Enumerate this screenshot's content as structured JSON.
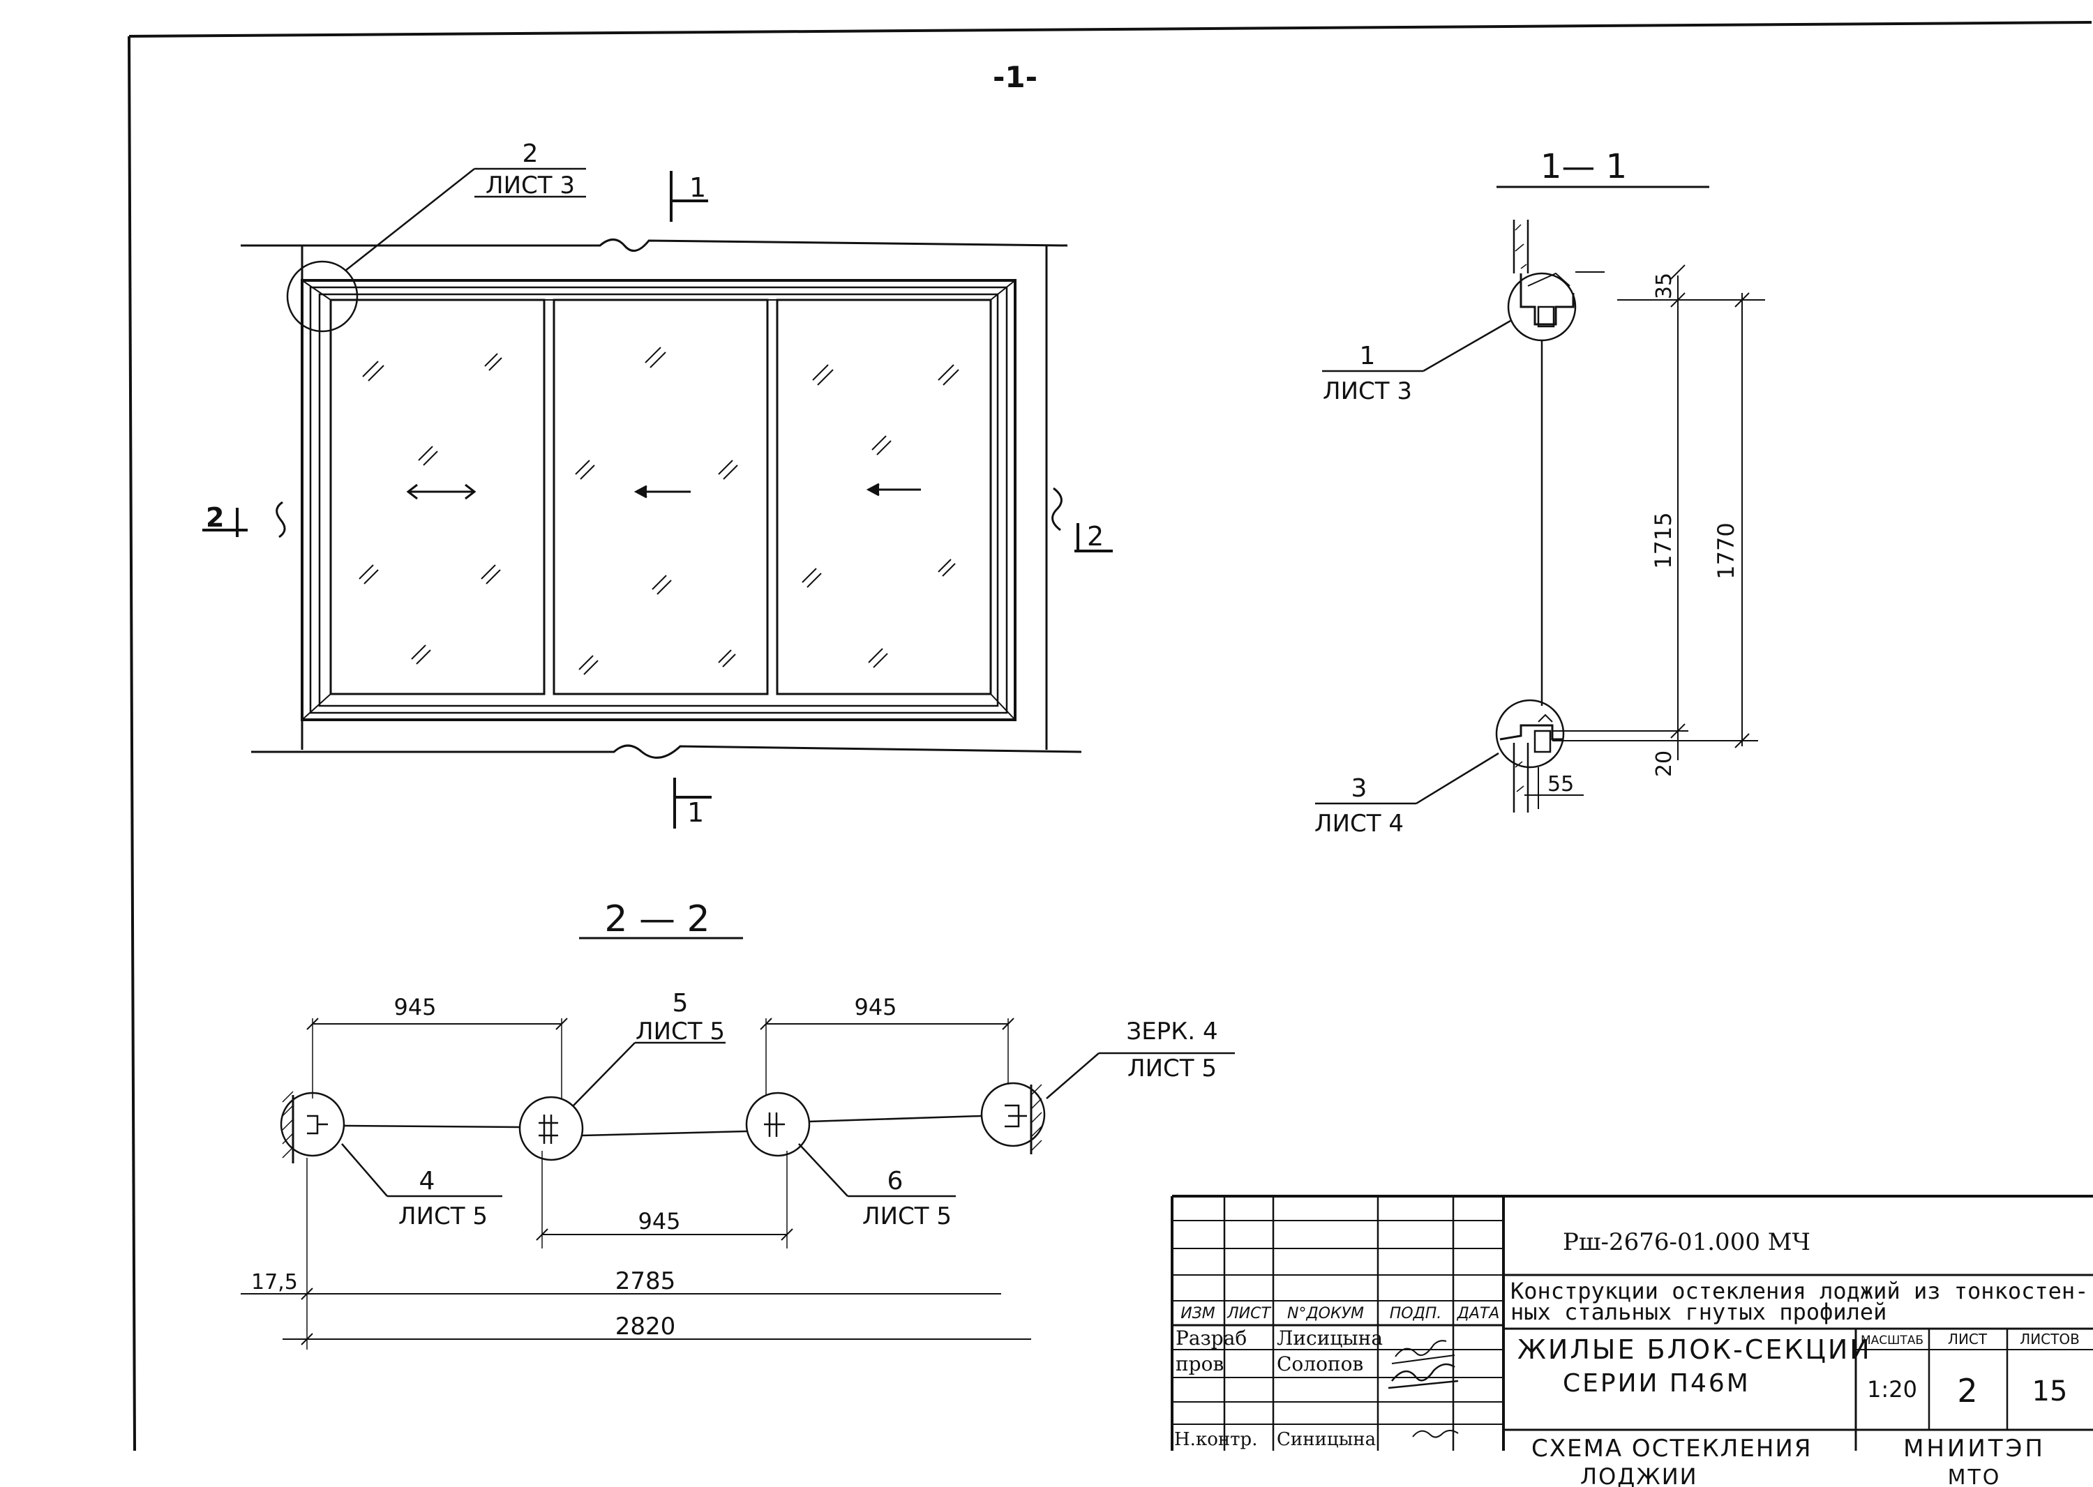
{
  "page_number": "-1-",
  "callouts": {
    "c2_num": "2",
    "c2_sheet": "ЛИСТ 3",
    "c1_num": "1",
    "c1_sheet": "ЛИСТ 3",
    "c3_num": "3",
    "c3_sheet": "ЛИСТ 4",
    "c5_num": "5",
    "c5_sheet": "ЛИСТ 5",
    "c4z_num": "ЗЕРК. 4",
    "c4z_sheet": "ЛИСТ 5",
    "c4_num": "4",
    "c4_sheet": "ЛИСТ 5",
    "c6_num": "6",
    "c6_sheet": "ЛИСТ 5"
  },
  "section_marks": {
    "s1_top": "1",
    "s1_bottom": "1",
    "s2_left": "2",
    "s2_right": "2"
  },
  "section_titles": {
    "section_1_1": "1— 1",
    "section_2_2": "2 — 2"
  },
  "dimensions_1_1": {
    "d35": "35",
    "d1715": "1715",
    "d1770": "1770",
    "d20": "20",
    "d55": "55"
  },
  "dimensions_2_2": {
    "top_left": "945",
    "top_right": "945",
    "bottom_mid": "945",
    "d17_5": "17,5",
    "d2785": "2785",
    "d2820": "2820"
  },
  "title_block": {
    "doc_code": "Рш-2676-01.000   МЧ",
    "header": {
      "izm": "ИЗМ",
      "list": "ЛИСТ",
      "n_dokum": "N°ДОКУМ",
      "podp": "ПОДП.",
      "data": "ДАТА"
    },
    "rows": {
      "razrab_role": "Разраб",
      "razrab_name": "Лисицына",
      "prov_role": "пров",
      "prov_name": "Солопов",
      "nkontr_role": "Н.контр.",
      "nkontr_name": "Синицына"
    },
    "title_line1": "Конструкции остекления лоджий из тонкостен-",
    "title_line2": "ных стальных гнутых профилей",
    "object_line1": "ЖИЛЫЕ БЛОК-СЕКЦИИ",
    "object_line2": "СЕРИИ  П46М",
    "sheet_title_line1": "СХЕМА ОСТЕКЛЕНИЯ",
    "sheet_title_line2": "ЛОДЖИИ",
    "labels": {
      "scale": "МАСШТАБ",
      "sheet": "ЛИСТ",
      "sheets": "ЛИСТОВ"
    },
    "values": {
      "scale": "1:20",
      "sheet": "2",
      "sheets": "15"
    },
    "org_line1": "МНИИТЭП",
    "org_line2": "МТО"
  }
}
